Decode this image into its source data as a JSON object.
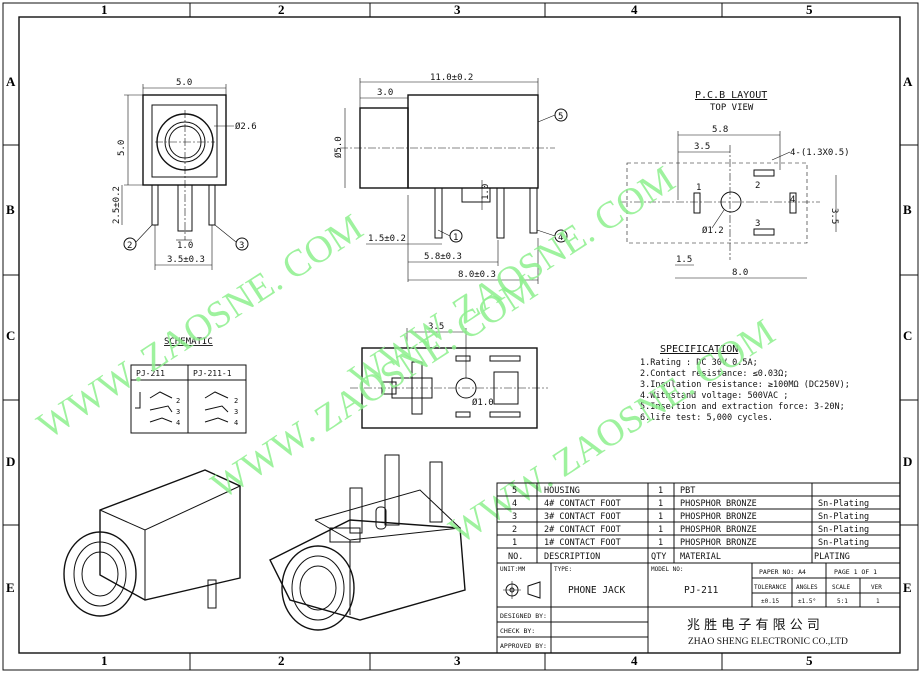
{
  "frame": {
    "columns": [
      "1",
      "2",
      "3",
      "4",
      "5"
    ],
    "rows": [
      "A",
      "B",
      "C",
      "D",
      "E"
    ]
  },
  "watermark": [
    "WWW. ZAOSNE. COM",
    "WWW. ZAOSNE. COM",
    "WWW. ZAOSNE. COM",
    "WWW. ZAOSNE. COM"
  ],
  "front_view": {
    "width": "5.0",
    "height": "5.0",
    "hole_dia": "Ø2.6",
    "pin_len": "2.5±0.2",
    "pin_w": "1.0",
    "pitch": "3.5±0.3",
    "callout_2": "2",
    "callout_3": "3"
  },
  "side_view": {
    "length": "11.0±0.2",
    "nose": "3.0",
    "dia": "Ø5.0",
    "pin_h": "1.0",
    "offset": "1.5±0.2",
    "span1": "5.8±0.3",
    "span2": "8.0±0.3",
    "callout_1": "1",
    "callout_4": "4",
    "callout_5": "5"
  },
  "pcb": {
    "title": "P.C.B LAYOUT",
    "subtitle": "TOP VIEW",
    "d1": "5.8",
    "d2": "3.5",
    "holes": "4-(1.3X0.5)",
    "v": "3.5",
    "hole": "Ø1.2",
    "edge": "1.5",
    "len": "8.0",
    "p1": "1",
    "p2": "2",
    "p3": "3",
    "p4": "4"
  },
  "top_view": {
    "d": "3.5",
    "hole": "Ø1.0"
  },
  "schematic": {
    "title": "SCHEMATIC",
    "col1": "PJ-211",
    "col2": "PJ-211-1",
    "pins": [
      "2",
      "3",
      "4"
    ]
  },
  "spec": {
    "title": "SPECIFICATION",
    "lines": [
      "1.Rating : DC 30V 0.5A;",
      "2.Contact resistance: ≤0.03Ω;",
      "3.Insulation resistance: ≥100MΩ (DC250V);",
      "4.Withstand voltage: 500VAC ;",
      "5.Insertion and extraction force: 3-20N;",
      "6.life test: 5,000 cycles."
    ]
  },
  "bom": {
    "rows": [
      {
        "no": "5",
        "desc": "HOUSING",
        "qty": "1",
        "mat": "PBT",
        "plating": ""
      },
      {
        "no": "4",
        "desc": "4# CONTACT FOOT",
        "qty": "1",
        "mat": "PHOSPHOR BRONZE",
        "plating": "Sn-Plating"
      },
      {
        "no": "3",
        "desc": "3# CONTACT FOOT",
        "qty": "1",
        "mat": "PHOSPHOR BRONZE",
        "plating": "Sn-Plating"
      },
      {
        "no": "2",
        "desc": "2# CONTACT FOOT",
        "qty": "1",
        "mat": "PHOSPHOR BRONZE",
        "plating": "Sn-Plating"
      },
      {
        "no": "1",
        "desc": "1# CONTACT FOOT",
        "qty": "1",
        "mat": "PHOSPHOR BRONZE",
        "plating": "Sn-Plating"
      }
    ],
    "header": {
      "no": "NO.",
      "desc": "DESCRIPTION",
      "qty": "QTY",
      "mat": "MATERIAL",
      "plating": "PLATING"
    }
  },
  "title_block": {
    "unit": "UNIT:MM",
    "type_label": "TYPE:",
    "type_value": "PHONE JACK",
    "model_label": "MODEL NO:",
    "model_value": "PJ-211",
    "paper": "PAPER NO: A4",
    "page": "PAGE 1 OF 1",
    "tolerance_label": "TOLERANCE",
    "angles_label": "ANGLES",
    "scale_label": "SCALE",
    "ver_label": "VER",
    "tolerance": "±0.15",
    "angles": "±1.5°",
    "scale": "5:1",
    "ver": "1",
    "designed": "DESIGNED BY:",
    "check": "CHECK    BY:",
    "approved": "APPROVED BY:",
    "company_cn": "兆 胜 电 子 有 限 公 司",
    "company_en": "ZHAO SHENG ELECTRONIC CO.,LTD"
  }
}
